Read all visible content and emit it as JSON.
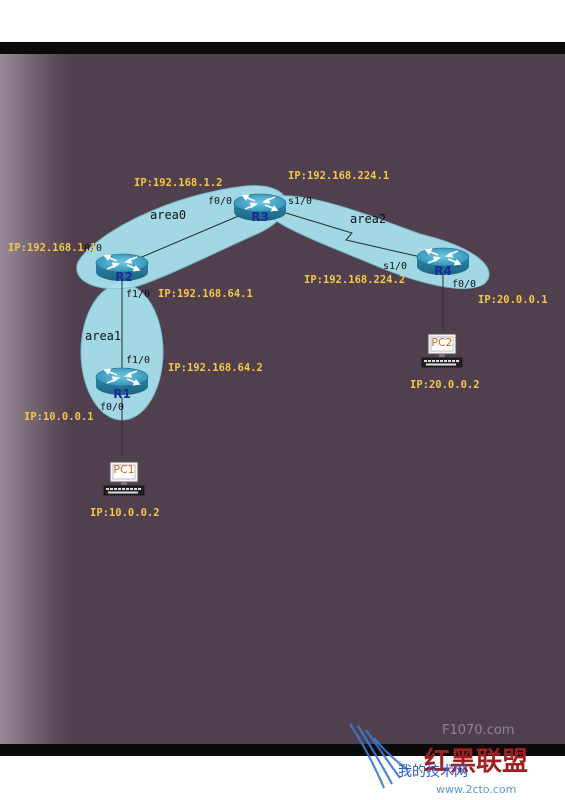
{
  "areas": [
    {
      "label": "area0"
    },
    {
      "label": "area1"
    },
    {
      "label": "area2"
    }
  ],
  "routers": [
    {
      "label": "R1"
    },
    {
      "label": "R2"
    },
    {
      "label": "R3"
    },
    {
      "label": "R4"
    }
  ],
  "pcs": [
    {
      "label": "PC1",
      "ip": "IP:10.0.0.2"
    },
    {
      "label": "PC2",
      "ip": "IP:20.0.0.2"
    }
  ],
  "ip_labels": {
    "r3_f0": "IP:192.168.1.2",
    "r3_s1": "IP:192.168.224.1",
    "r2_f0": "IP:192.168.1.1",
    "r2_f1": "IP:192.168.64.1",
    "r1_f1": "IP:192.168.64.2",
    "r1_f0": "IP:10.0.0.1",
    "r4_s1": "IP:192.168.224.2",
    "r4_f0": "IP:20.0.0.1"
  },
  "interfaces": {
    "r3_f0": "f0/0",
    "r3_s1": "s1/0",
    "r2_f0": "f0/0",
    "r2_f1": "f1/0",
    "r1_f1": "f1/0",
    "r1_f0": "f0/0",
    "r4_s1": "s1/0",
    "r4_f0": "f0/0"
  },
  "watermark": {
    "faint": "F1070.com",
    "brand": "红黑联盟",
    "url": "www.2cto.com",
    "sub": "我的技术网"
  },
  "colors": {
    "background": "#503f4d",
    "area_fill": "#a8e4f0",
    "router": "#3fa7c9",
    "ip_label": "#f2c84b"
  }
}
